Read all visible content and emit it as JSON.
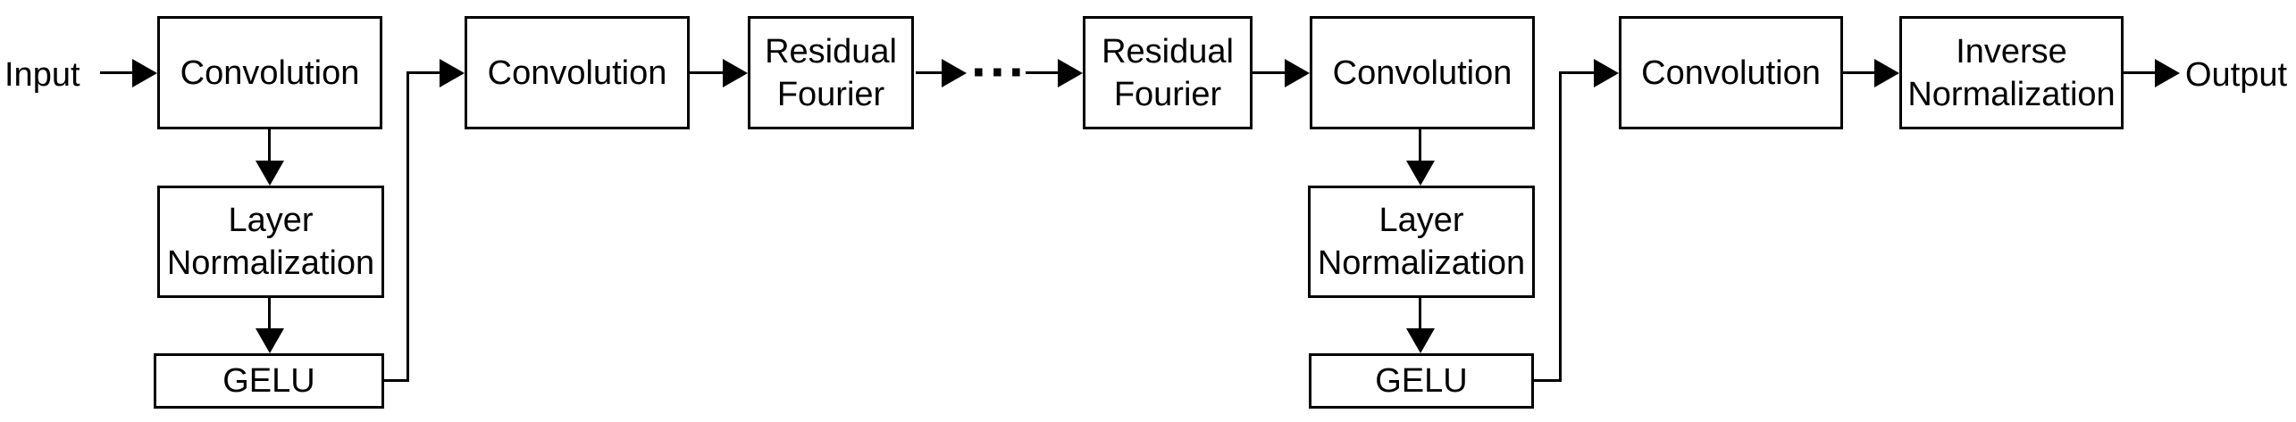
{
  "diagram": {
    "background_color": "#ffffff",
    "line_color": "#000000",
    "box_fill_color": "#ffffff",
    "input_label": "Input",
    "output_label": "Output",
    "ellipsis": "···",
    "nodes": [
      {
        "id": "convolution-1",
        "label": "Convolution"
      },
      {
        "id": "layer-normalization-1",
        "label": "Layer\nNormalization"
      },
      {
        "id": "gelu-1",
        "label": "GELU"
      },
      {
        "id": "convolution-2",
        "label": "Convolution"
      },
      {
        "id": "residual-fourier-1",
        "label": "Residual\nFourier"
      },
      {
        "id": "residual-fourier-2",
        "label": "Residual\nFourier"
      },
      {
        "id": "convolution-3",
        "label": "Convolution"
      },
      {
        "id": "layer-normalization-2",
        "label": "Layer\nNormalization"
      },
      {
        "id": "gelu-2",
        "label": "GELU"
      },
      {
        "id": "convolution-4",
        "label": "Convolution"
      },
      {
        "id": "inverse-normalization",
        "label": "Inverse\nNormalization"
      }
    ],
    "edges": [
      {
        "from": "input",
        "to": "convolution-1"
      },
      {
        "from": "convolution-1",
        "to": "layer-normalization-1"
      },
      {
        "from": "layer-normalization-1",
        "to": "gelu-1"
      },
      {
        "from": "gelu-1",
        "to": "convolution-2"
      },
      {
        "from": "convolution-2",
        "to": "residual-fourier-1"
      },
      {
        "from": "residual-fourier-1",
        "to": "ellipsis"
      },
      {
        "from": "ellipsis",
        "to": "residual-fourier-2"
      },
      {
        "from": "residual-fourier-2",
        "to": "convolution-3"
      },
      {
        "from": "convolution-3",
        "to": "layer-normalization-2"
      },
      {
        "from": "layer-normalization-2",
        "to": "gelu-2"
      },
      {
        "from": "gelu-2",
        "to": "convolution-4"
      },
      {
        "from": "convolution-4",
        "to": "inverse-normalization"
      },
      {
        "from": "inverse-normalization",
        "to": "output"
      }
    ]
  }
}
